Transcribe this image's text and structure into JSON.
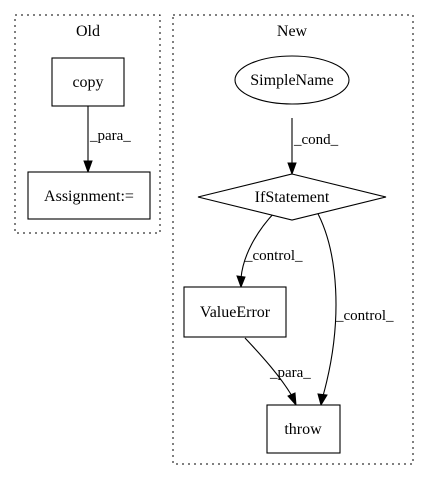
{
  "clusters": {
    "old": {
      "title": "Old"
    },
    "new": {
      "title": "New"
    }
  },
  "nodes": {
    "copy": {
      "label": "copy",
      "shape": "box"
    },
    "assignment": {
      "label": "Assignment:=",
      "shape": "box"
    },
    "simplename": {
      "label": "SimpleName",
      "shape": "ellipse"
    },
    "ifstatement": {
      "label": "IfStatement",
      "shape": "diamond"
    },
    "valueerror": {
      "label": "ValueError",
      "shape": "box"
    },
    "throw": {
      "label": "throw",
      "shape": "box"
    }
  },
  "edges": [
    {
      "from": "copy",
      "to": "assignment",
      "label": "_para_"
    },
    {
      "from": "simplename",
      "to": "ifstatement",
      "label": "_cond_"
    },
    {
      "from": "ifstatement",
      "to": "valueerror",
      "label": "_control_"
    },
    {
      "from": "ifstatement",
      "to": "throw",
      "label": "_control_"
    },
    {
      "from": "valueerror",
      "to": "throw",
      "label": "_para_"
    }
  ]
}
